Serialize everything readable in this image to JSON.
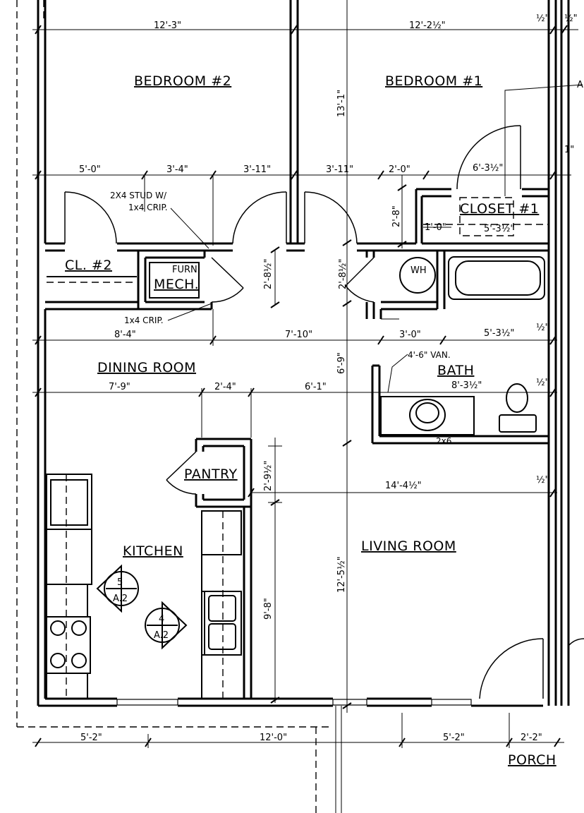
{
  "rooms": {
    "bedroom2": "BEDROOM #2",
    "bedroom1": "BEDROOM #1",
    "closet1": "CLOSET #1",
    "cl2": "CL. #2",
    "mech": "MECH.",
    "furn": "FURN.",
    "wh": "WH",
    "dining": "DINING ROOM",
    "bath": "BATH",
    "pantry": "PANTRY",
    "kitchen": "KITCHEN",
    "living": "LIVING ROOM",
    "porch": "PORCH"
  },
  "notes": {
    "stud": "2X4 STUD W/",
    "crip_top": "1x4 CRIP.",
    "crip_bottom": "1x4 CRIP.",
    "van": "4'-6\" VAN.",
    "two_by_six": "2x6",
    "callout_a": "A"
  },
  "dimensions": {
    "d_12_3": "12'-3\"",
    "d_12_2h": "12'-2½\"",
    "d_half_1": "½\"",
    "d_half_2": "½\"",
    "d_13_1": "13'-1\"",
    "d_5_0": "5'-0\"",
    "d_3_4": "3'-4\"",
    "d_3_11a": "3'-11\"",
    "d_3_11b": "3'-11\"",
    "d_2_0": "2'-0\"",
    "d_6_3h": "6'-3½\"",
    "d_1in": "1\"",
    "d_2_8": "2'-8\"",
    "d_1_0": "1'-0\"",
    "d_5_3h_closet": "5'-3½\"",
    "d_2_8h_a": "2'-8½\"",
    "d_2_8h_b": "2'-8½\"",
    "d_8_4": "8'-4\"",
    "d_7_10": "7'-10\"",
    "d_3_0": "3'-0\"",
    "d_5_3h_bath": "5'-3½\"",
    "d_half_3": "½\"",
    "d_6_9": "6'-9\"",
    "d_7_9": "7'-9\"",
    "d_2_4": "2'-4\"",
    "d_6_1": "6'-1\"",
    "d_8_3h": "8'-3½\"",
    "d_half_4": "½\"",
    "d_2_9h": "2'-9½\"",
    "d_14_4h": "14'-4½\"",
    "d_half_5": "½\"",
    "d_12_5h": "12'-5½\"",
    "d_9_8": "9'-8\"",
    "d_5_2a": "5'-2\"",
    "d_12_0": "12'-0\"",
    "d_5_2b": "5'-2\"",
    "d_2_2": "2'-2\""
  },
  "callouts": {
    "c5_num": "5",
    "c5_sheet": "A.2",
    "c4_num": "4",
    "c4_sheet": "A.2"
  }
}
